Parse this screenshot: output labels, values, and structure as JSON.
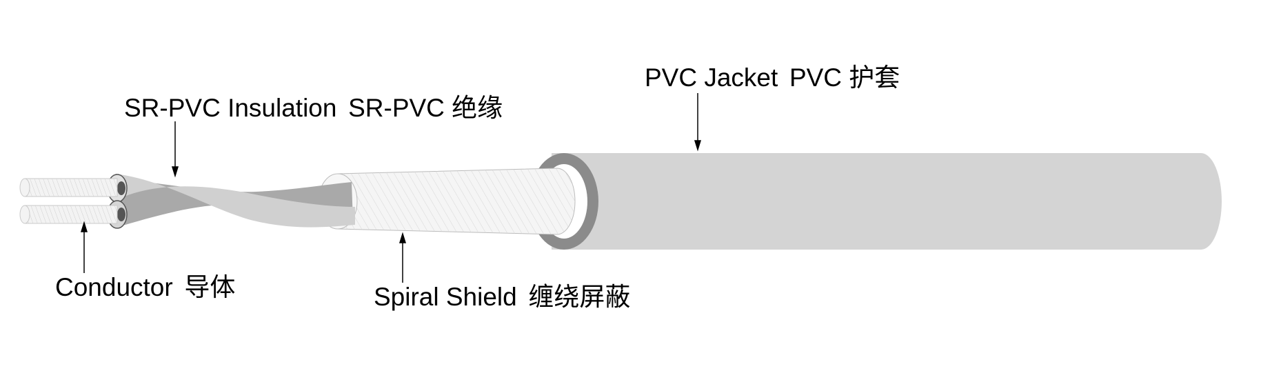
{
  "labels": {
    "pvc_jacket": {
      "en": "PVC Jacket",
      "cn": "PVC 护套"
    },
    "insulation": {
      "en": "SR-PVC Insulation",
      "cn": "SR-PVC 绝缘"
    },
    "conductor": {
      "en": "Conductor",
      "cn": "导体"
    },
    "spiral_shield": {
      "en": "Spiral Shield",
      "cn": "缠绕屏蔽"
    }
  },
  "colors": {
    "jacket": "#d4d4d4",
    "jacket_edge": "#888888",
    "insulation_light": "#cfcfcf",
    "insulation_dark": "#a8a8a8",
    "shield": "#f4f4f4",
    "conductor": "#f2f2f2",
    "line": "#000000"
  }
}
